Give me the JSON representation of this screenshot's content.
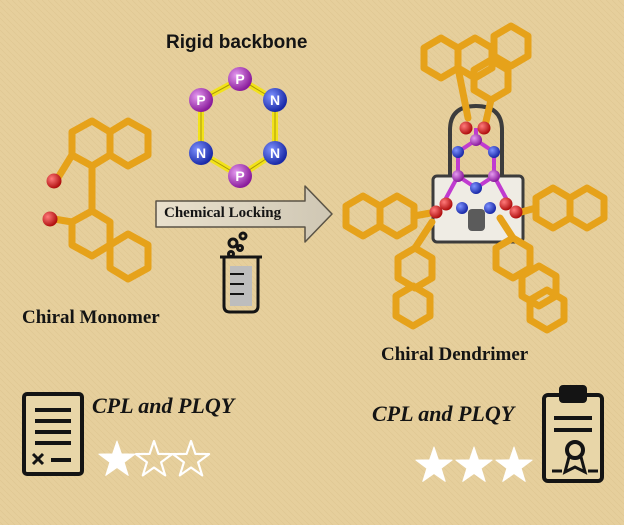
{
  "labels": {
    "backbone": "Rigid backbone",
    "locking": "Chemical Locking",
    "monomer": "Chiral Monomer",
    "dendrimer": "Chiral Dendrimer",
    "metric_left": "CPL and PLQY",
    "metric_right": "CPL and PLQY"
  },
  "ring_atoms": [
    "P",
    "N",
    "N",
    "P",
    "N",
    "P"
  ],
  "ratings": {
    "monomer": {
      "filled": 1,
      "total": 3
    },
    "dendrimer": {
      "filled": 3,
      "total": 3
    }
  },
  "colors": {
    "background": "#e6cf9c",
    "carbon": "#e6a21a",
    "oxygen": "#d81e1e",
    "phosphorus": "#b02fc0",
    "nitrogen": "#2a3fd0",
    "ring_bond": "#f2e21a",
    "star": "#ffffff"
  },
  "icons": {
    "beaker": "beaker-icon",
    "document": "document-icon",
    "certificate": "certificate-icon",
    "lock": "lock-icon",
    "arrow": "arrow-right-icon"
  }
}
